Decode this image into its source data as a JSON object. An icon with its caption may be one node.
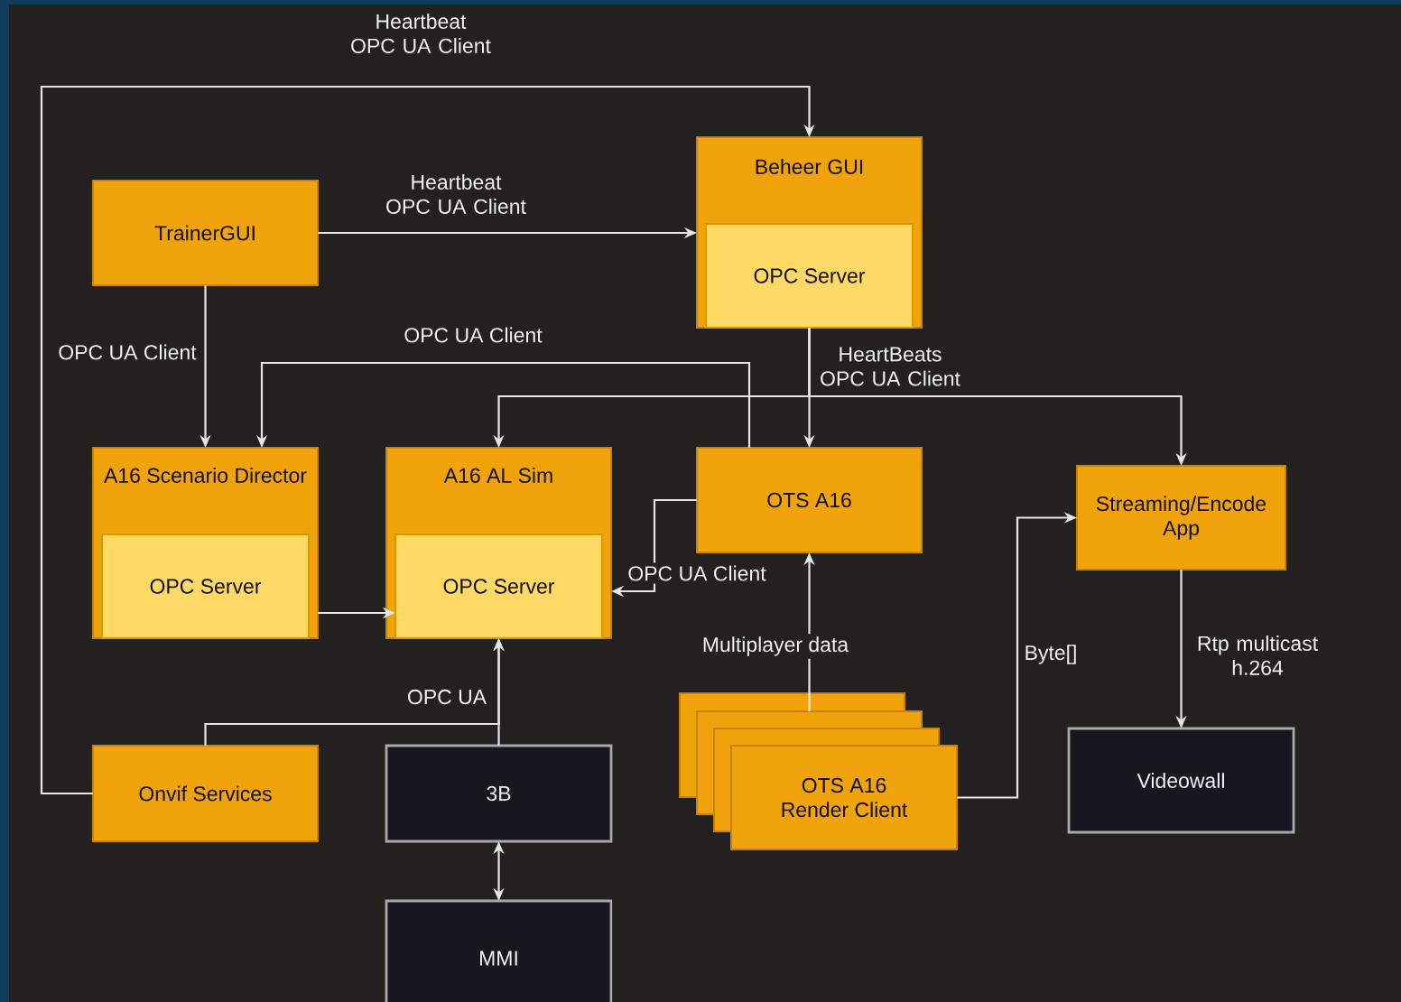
{
  "diagram": {
    "nodes": [
      {
        "text": [
          "TrainerGUI"
        ]
      },
      {
        "text": [
          "Beheer GUI"
        ]
      },
      {
        "text": [
          "OPC Server"
        ],
        "in": 1
      },
      {
        "text": [
          "A16 Scenario Director"
        ]
      },
      {
        "text": [
          "OPC Server"
        ],
        "in": 3
      },
      {
        "text": [
          "A16 AL Sim"
        ]
      },
      {
        "text": [
          "OPC Server"
        ],
        "in": 5
      },
      {
        "text": [
          "OTS A16"
        ]
      },
      {
        "text": [
          "Streaming/Encode App"
        ]
      },
      {
        "text": [
          "OTS A16 Render Client"
        ]
      },
      {
        "text": [
          "Videowall"
        ]
      },
      {
        "text": [
          "Onvif Services"
        ]
      },
      {
        "text": [
          "3B"
        ]
      },
      {
        "text": [
          "MMI"
        ]
      }
    ],
    "edges": [
      {
        "from": 11,
        "to": 1,
        "arrow": "to",
        "label": "Heartbeat OPC UA Client"
      },
      {
        "from": 0,
        "to": 1,
        "arrow": "to",
        "label": "Heartbeat OPC UA Client"
      },
      {
        "from": 0,
        "to": 3,
        "arrow": "to",
        "label": "OPC UA Client"
      },
      {
        "from": 7,
        "to": 3,
        "arrow": "to",
        "label": "OPC UA Client"
      },
      {
        "from": 1,
        "to": 7,
        "arrow": "to",
        "label": "HeartBeats OPC UA Client"
      },
      {
        "from": 1,
        "to": 5,
        "arrow": "to"
      },
      {
        "from": 1,
        "to": 8,
        "arrow": "to"
      },
      {
        "from": 7,
        "to": 5,
        "arrow": "to",
        "label": "OPC UA Client"
      },
      {
        "from": 3,
        "to": 6,
        "arrow": "to"
      },
      {
        "from": 12,
        "to": 5,
        "arrow": "to",
        "label": "OPC UA"
      },
      {
        "from": 11,
        "to": 5,
        "arrow": "to"
      },
      {
        "from": 12,
        "to": 13,
        "arrow": "both"
      },
      {
        "from": 9,
        "to": 7,
        "arrow": "to",
        "label": "Multiplayer data"
      },
      {
        "from": 9,
        "to": 8,
        "arrow": "to",
        "label": "Byte[]"
      },
      {
        "from": 8,
        "to": 10,
        "arrow": "to",
        "label": "Rtp multicast h.264"
      }
    ]
  }
}
